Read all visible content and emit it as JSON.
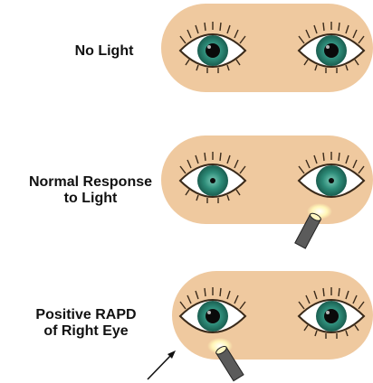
{
  "colors": {
    "face": "#efc99f",
    "sclera": "#ffffff",
    "iris": "#2e8c79",
    "iris_dark": "#1f6657",
    "pupil": "#0a0a0a",
    "lashes": "#3a2a1a",
    "penlight": "#5b5b5b",
    "beam": "#fff7c2"
  },
  "panels": [
    {
      "label": "No Light",
      "right_eye_pupil": "dilated",
      "left_eye_pupil": "dilated",
      "light_on": "none"
    },
    {
      "label_lines": [
        "Normal Response",
        "to Light"
      ],
      "right_eye_pupil": "constricted",
      "left_eye_pupil": "constricted",
      "light_on": "left-eye"
    },
    {
      "label_lines": [
        "Positive RAPD",
        "of Right Eye"
      ],
      "right_eye_pupil": "dilated",
      "left_eye_pupil": "dilated",
      "light_on": "right-eye",
      "arrow": true
    }
  ]
}
